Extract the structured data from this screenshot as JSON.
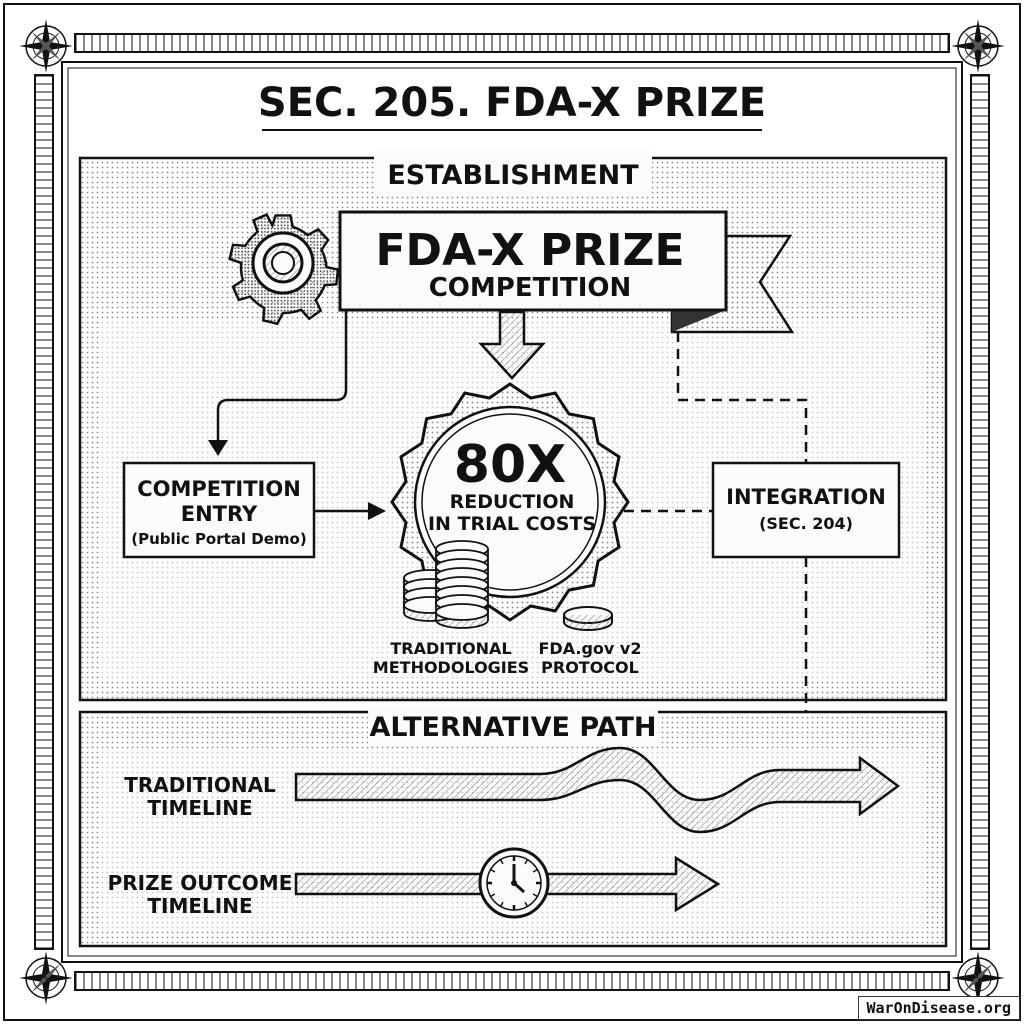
{
  "title": "SEC. 205. FDA-X PRIZE",
  "establishment": {
    "header": "ESTABLISHMENT",
    "banner_title": "FDA-X PRIZE",
    "banner_subtitle": "COMPETITION",
    "entry_line1": "COMPETITION",
    "entry_line2": "ENTRY",
    "entry_line3": "(Public Portal Demo)",
    "seal_value": "80X",
    "seal_line1": "REDUCTION",
    "seal_line2": "IN TRIAL COSTS",
    "coins_left_line1": "TRADITIONAL",
    "coins_left_line2": "METHODOLOGIES",
    "coins_right_line1": "FDA.gov v2",
    "coins_right_line2": "PROTOCOL",
    "integration_line1": "INTEGRATION",
    "integration_line2": "(SEC. 204)"
  },
  "alternative_path": {
    "header": "ALTERNATIVE PATH",
    "traditional_line1": "TRADITIONAL",
    "traditional_line2": "TIMELINE",
    "prize_line1": "PRIZE OUTCOME",
    "prize_line2": "TIMELINE"
  },
  "watermark": "WarOnDisease.org",
  "icons": [
    "gear-icon",
    "compass-rose-icon",
    "clock-icon",
    "coin-stack-icon",
    "arrow-icon"
  ]
}
